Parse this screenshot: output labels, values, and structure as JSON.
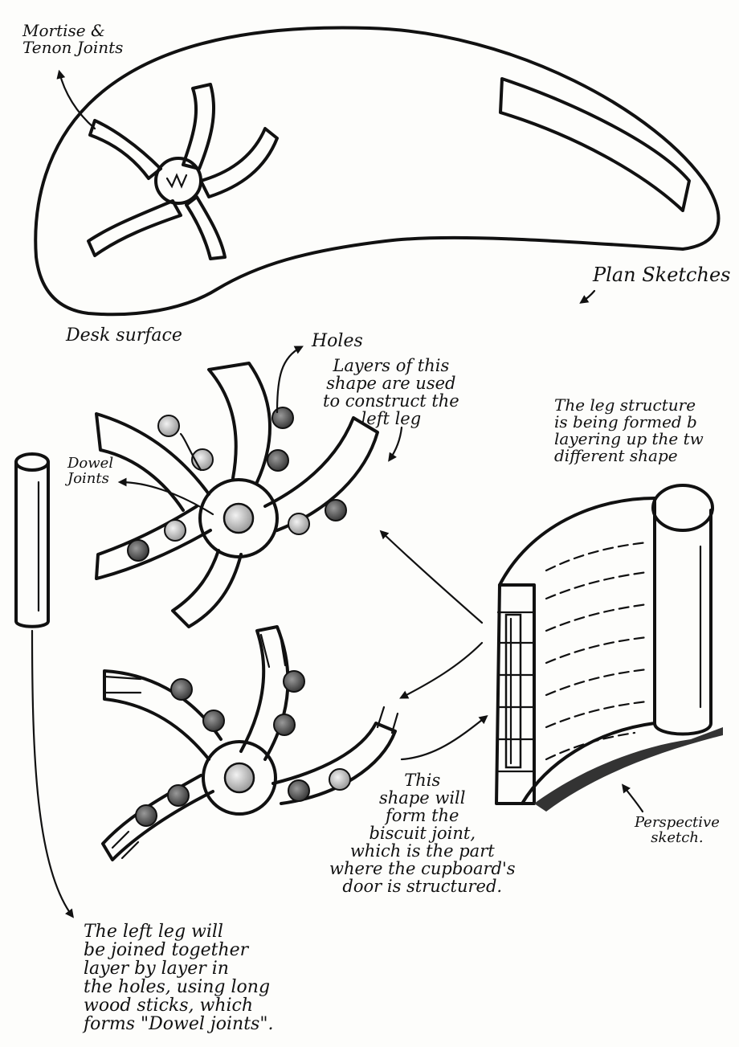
{
  "labels": {
    "mortise": "Mortise &\nTenon Joints",
    "plan": "Plan Sketches",
    "desk": "Desk surface",
    "holes": "Holes",
    "layers": "Layers of this\nshape are used\nto construct the\nleft leg",
    "leg_structure": "The leg structure\nis being formed b\nlayering up the tw\ndifferent shape",
    "dowel": "Dowel\nJoints",
    "biscuit": "This\nshape will\nform the\nbiscuit joint,\nwhich is the part\nwhere the cupboard's\ndoor is structured.",
    "perspective": "Perspective\nsketch.",
    "left_leg": "The left leg will\nbe joined together\nlayer by layer in\nthe holes, using long\nwood sticks, which\nforms \"Dowel joints\"."
  },
  "colors": {
    "ink": "#111111",
    "paper": "#fdfdfb",
    "hole_dark": "#555555",
    "hole_light": "#bdbdbd"
  }
}
